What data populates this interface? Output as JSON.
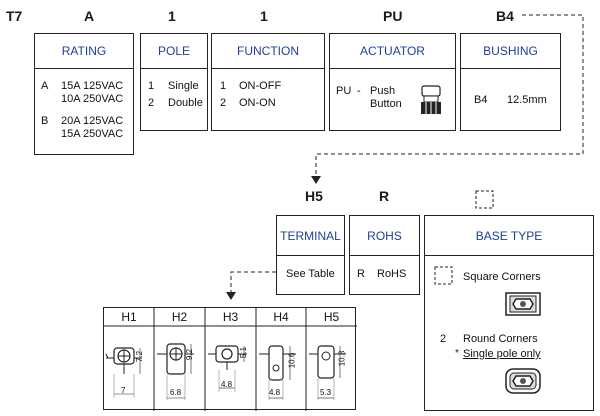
{
  "codes": {
    "series": "T7",
    "rating": "A",
    "pole": "1",
    "function": "1",
    "actuator": "PU",
    "bushing": "B4",
    "terminal": "H5",
    "rohs": "R"
  },
  "rating": {
    "title": "RATING",
    "items": [
      {
        "code": "A",
        "line1": "15A 125VAC",
        "line2": "10A 250VAC"
      },
      {
        "code": "B",
        "line1": "20A 125VAC",
        "line2": "15A 250VAC"
      }
    ]
  },
  "pole": {
    "title": "POLE",
    "items": [
      {
        "code": "1",
        "label": "Single"
      },
      {
        "code": "2",
        "label": "Double"
      }
    ]
  },
  "function": {
    "title": "FUNCTION",
    "items": [
      {
        "code": "1",
        "label": "ON-OFF"
      },
      {
        "code": "2",
        "label": "ON-ON"
      }
    ]
  },
  "actuator": {
    "title": "ACTUATOR",
    "code": "PU",
    "dash": "-",
    "line1": "Push",
    "line2": "Button"
  },
  "bushing": {
    "title": "BUSHING",
    "code": "B4",
    "value": "12.5mm"
  },
  "terminal": {
    "title": "TERMINAL",
    "value": "See Table"
  },
  "rohs": {
    "title": "ROHS",
    "code": "R",
    "value": "RoHS"
  },
  "base_type": {
    "title": "BASE TYPE",
    "square_label": "Square Corners",
    "round_code": "2",
    "round_label": "Round Corners",
    "note_prefix": "*",
    "note": "Single pole only"
  },
  "terminal_table": {
    "headers": [
      "H1",
      "H2",
      "H3",
      "H4",
      "H5"
    ],
    "dims": [
      {
        "h": "7.2",
        "w": "7"
      },
      {
        "h": "9.2",
        "w": "6.8"
      },
      {
        "h": "5.1",
        "w": "4.8"
      },
      {
        "h": "10.6",
        "w": "4.8"
      },
      {
        "h": "10.3",
        "w": "5.3"
      }
    ]
  }
}
